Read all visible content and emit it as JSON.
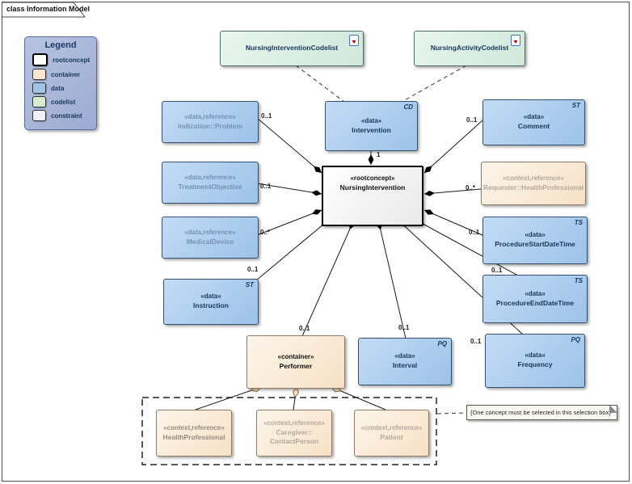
{
  "frame": {
    "title": "class Information Model"
  },
  "legend": {
    "title": "Legend",
    "items": [
      {
        "label": "rootconcept",
        "color": "#ffffff"
      },
      {
        "label": "container",
        "color": "#fbe5d0"
      },
      {
        "label": "data",
        "color": "#9fc5e8"
      },
      {
        "label": "codelist",
        "color": "#d9ead3"
      },
      {
        "label": "constraint",
        "color": "#eef0fa"
      }
    ]
  },
  "icons": {
    "codelist_document": "document-icon"
  },
  "nodes": {
    "nursing_intervention_codelist": {
      "name": "NursingInterventionCodelist"
    },
    "nursing_activity_codelist": {
      "name": "NursingActivityCodelist"
    },
    "intervention": {
      "stereotype": "«data»",
      "name": "Intervention",
      "type": "CD"
    },
    "nursing_intervention": {
      "stereotype": "«rootconcept»",
      "name": "NursingIntervention"
    },
    "indication_problem": {
      "stereotype": "«data,reference»",
      "name": "Indication::Problem"
    },
    "treatment_objective": {
      "stereotype": "«data,reference»",
      "name": "TreatmentObjective"
    },
    "medical_device": {
      "stereotype": "«data,reference»",
      "name": "MedicalDevice"
    },
    "instruction": {
      "stereotype": "«data»",
      "name": "Instruction",
      "type": "ST"
    },
    "comment": {
      "stereotype": "«data»",
      "name": "Comment",
      "type": "ST"
    },
    "requester": {
      "stereotype": "«context,reference»",
      "name": "Requester::HealthProfessional"
    },
    "procedure_start": {
      "stereotype": "«data»",
      "name": "ProcedureStartDateTime",
      "type": "TS"
    },
    "procedure_end": {
      "stereotype": "«data»",
      "name": "ProcedureEndDateTime",
      "type": "TS"
    },
    "frequency": {
      "stereotype": "«data»",
      "name": "Frequency",
      "type": "PQ"
    },
    "interval": {
      "stereotype": "«data»",
      "name": "Interval",
      "type": "PQ"
    },
    "performer": {
      "stereotype": "«container»",
      "name": "Performer"
    },
    "health_professional": {
      "stereotype": "«context,reference»",
      "name": "HealthProfessional"
    },
    "caregiver": {
      "stereotype": "«context,reference»",
      "name": "Caregiver::\nContactPerson"
    },
    "patient": {
      "stereotype": "«context,reference»",
      "name": "Patient"
    }
  },
  "multiplicities": {
    "indication": "0..1",
    "treatment": "0..1",
    "medical_device": "0..*",
    "instruction": "0..1",
    "intervention": "1",
    "comment": "0..1",
    "requester": "0..*",
    "procedure_start": "0..1",
    "procedure_end": "0..1",
    "frequency": "0..1",
    "interval": "0..1",
    "performer": "0..1"
  },
  "note": {
    "text": "{One concept must be selected in this selection box}"
  },
  "colors": {
    "data_fill": "#9fc5e8",
    "codelist_fill": "#d9ead3",
    "container_fill": "#fbe5d0",
    "rootconcept_fill": "#ffffff",
    "constraint_fill": "#eef0fa",
    "legend_bg": "#a9b6d8",
    "edge": "#1a1a1a"
  }
}
